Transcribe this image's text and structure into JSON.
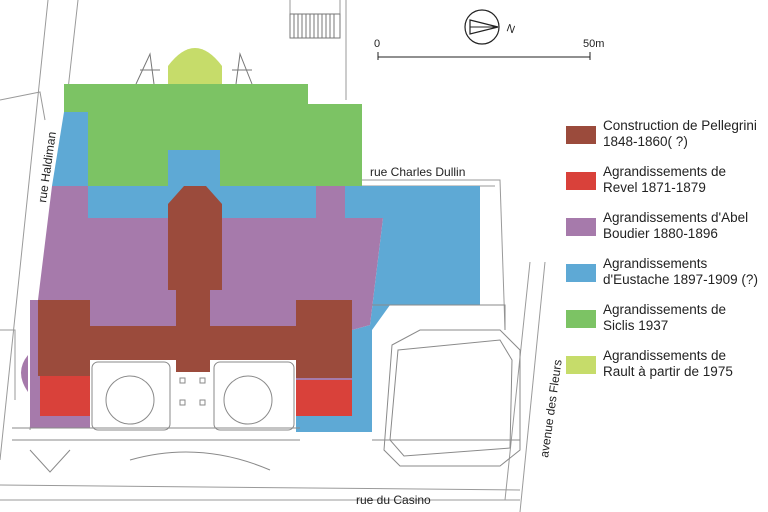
{
  "scale": {
    "start_label": "0",
    "end_label": "50m"
  },
  "north_label": "N",
  "streets": {
    "haldiman": "rue Haldiman",
    "charles_dullin": "rue Charles Dullin",
    "fleurs": "avenue des Fleurs",
    "casino": "rue du Casino"
  },
  "legend": [
    {
      "color": "#9b4b3c",
      "line1": "Construction de Pellegrini",
      "line2": "1848-1860( ?)"
    },
    {
      "color": "#d9413a",
      "line1": "Agrandissements de",
      "line2": "Revel 1871-1879"
    },
    {
      "color": "#a67aab",
      "line1": "Agrandissements d'Abel",
      "line2": "Boudier 1880-1896"
    },
    {
      "color": "#5ea9d5",
      "line1": "Agrandissements",
      "line2": "d'Eustache 1897-1909 (?)"
    },
    {
      "color": "#7cc364",
      "line1": "Agrandissements de",
      "line2": "Siclis 1937"
    },
    {
      "color": "#c6dc6a",
      "line1": "Agrandissements de",
      "line2": "Rault à partir de 1975"
    }
  ]
}
